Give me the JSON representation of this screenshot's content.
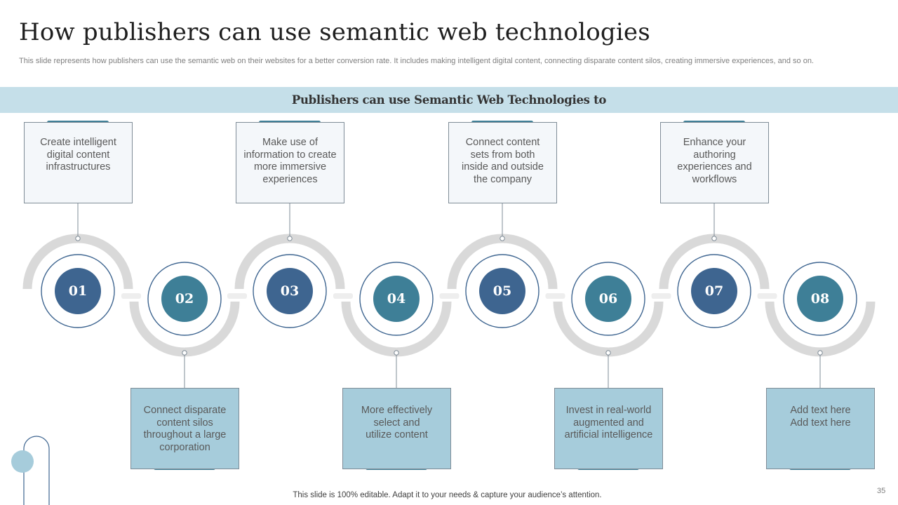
{
  "title": "How publishers can use semantic web technologies",
  "subtitle": "This slide represents how publishers can use the semantic web on their websites for a better conversion rate. It includes making intelligent digital content, connecting disparate content silos, creating immersive experiences, and so on.",
  "banner": "Publishers can use Semantic Web Technologies to",
  "steps": [
    {
      "number": "01",
      "text": "Create intelligent\ndigital content\ninfrastructures"
    },
    {
      "number": "02",
      "text": "Connect disparate\ncontent silos\nthroughout a large\ncorporation"
    },
    {
      "number": "03",
      "text": "Make use of\ninformation to create\nmore immersive\nexperiences"
    },
    {
      "number": "04",
      "text": "More effectively\nselect and\nutilize content"
    },
    {
      "number": "05",
      "text": "Connect content\nsets from both\ninside and outside\nthe company"
    },
    {
      "number": "06",
      "text": "Invest in real-world\naugmented and\nartificial intelligence"
    },
    {
      "number": "07",
      "text": "Enhance your\nauthoring\nexperiences and\nworkflows"
    },
    {
      "number": "08",
      "text": "Add text here\nAdd text here"
    }
  ],
  "footer": "This slide is 100% editable. Adapt it to your needs & capture your audience’s attention.",
  "page_number": "35",
  "colors": {
    "banner": "#c5dfe9",
    "circle_dark": "#3e6590",
    "circle_teal": "#3e7f97",
    "bottom_box": "#a6ccdb",
    "top_box": "#f4f7fa",
    "track": "#d9d9d9"
  }
}
